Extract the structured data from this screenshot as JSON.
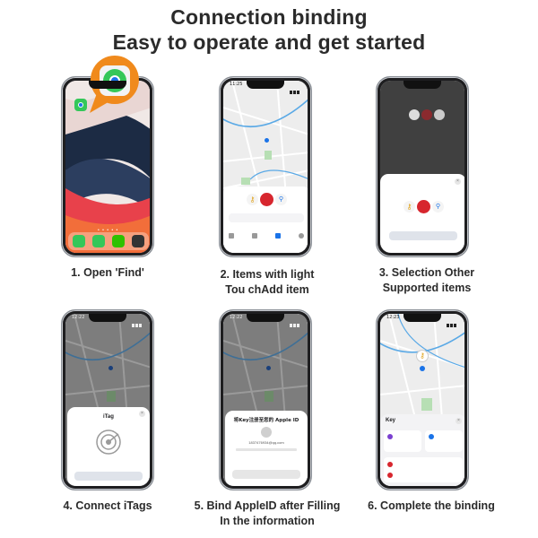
{
  "header": {
    "line1": "Connection binding",
    "line2": "Easy to operate and get started"
  },
  "steps": [
    {
      "caption_lines": [
        "1. Open 'Find'"
      ],
      "status_time": ""
    },
    {
      "caption_lines": [
        "2. Items with light",
        "Tou chAdd item"
      ],
      "status_time": "11:25"
    },
    {
      "caption_lines": [
        "3. Selection Other",
        "Supported items"
      ],
      "status_time": ""
    },
    {
      "caption_lines": [
        "4. Connect iTags"
      ],
      "status_time": "12:22"
    },
    {
      "caption_lines": [
        "5. Bind AppleID after Filling",
        "In the information"
      ],
      "status_time": "12:22"
    },
    {
      "caption_lines": [
        "6. Complete the binding"
      ],
      "status_time": "12:23"
    }
  ],
  "screens": {
    "itag_title": "iTag",
    "appleid_title": "将Key注册至您的 Apple ID",
    "appleid_email": "1837476934@qq.com",
    "detail_title": "Key"
  },
  "icons": {
    "find_app": "find-my-icon",
    "key": "key-icon",
    "bag": "backpack-icon",
    "bike": "bicycle-icon",
    "phone": "phone-icon",
    "messages": "messages-icon",
    "wechat": "wechat-icon",
    "calculator": "calculator-icon",
    "radar": "itag-radar-icon",
    "user": "user-icon",
    "location_pin": "location-pin-icon",
    "close": "close-icon",
    "info": "info-icon"
  },
  "colors": {
    "find_green": "#34c759",
    "map_road_blue": "#5aa9e6",
    "pin_blue": "#1a73e8",
    "bag_red": "#d7262e",
    "callout_orange": "#f08a1c",
    "wallpaper_dark": "#1c2b44",
    "wallpaper_red": "#e8414b",
    "wallpaper_orange": "#f26e3a"
  }
}
